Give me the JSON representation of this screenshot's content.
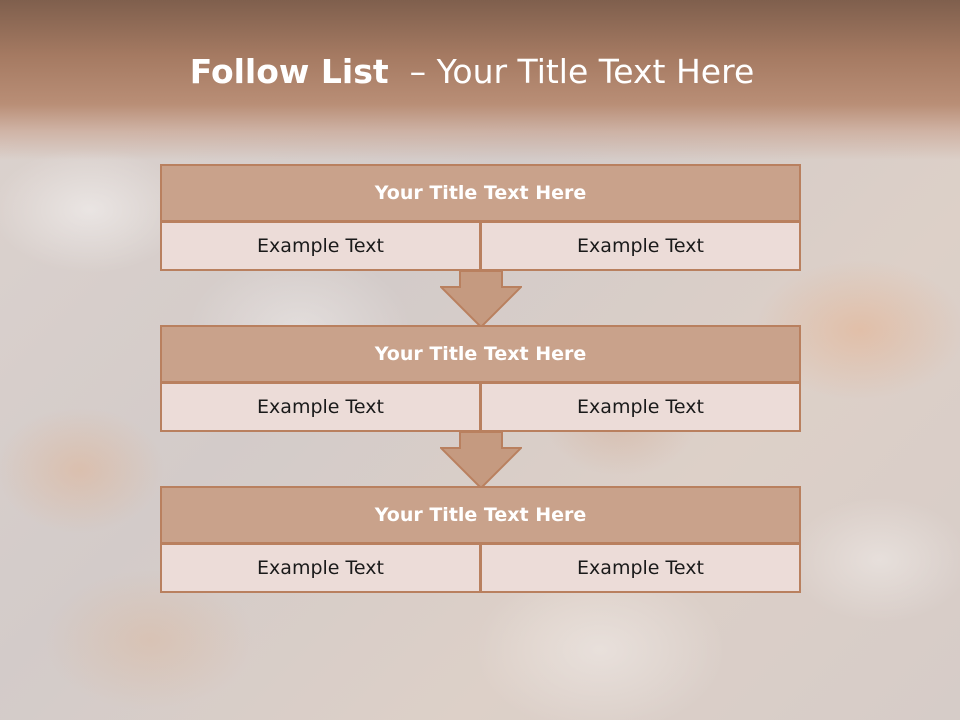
{
  "slide": {
    "title_bold": "Follow List",
    "title_rest": "  – Your Title Text Here"
  },
  "blocks": [
    {
      "title": "Your Title Text Here",
      "left": "Example Text",
      "right": "Example Text"
    },
    {
      "title": "Your Title Text Here",
      "left": "Example Text",
      "right": "Example Text"
    },
    {
      "title": "Your Title Text Here",
      "left": "Example Text",
      "right": "Example Text"
    }
  ],
  "colors": {
    "header": "#a57a62",
    "block_title_fill": "#c9a28b",
    "cell_fill": "#ecdcd8",
    "border": "#b9805f",
    "arrow_fill": "#c59a80"
  }
}
